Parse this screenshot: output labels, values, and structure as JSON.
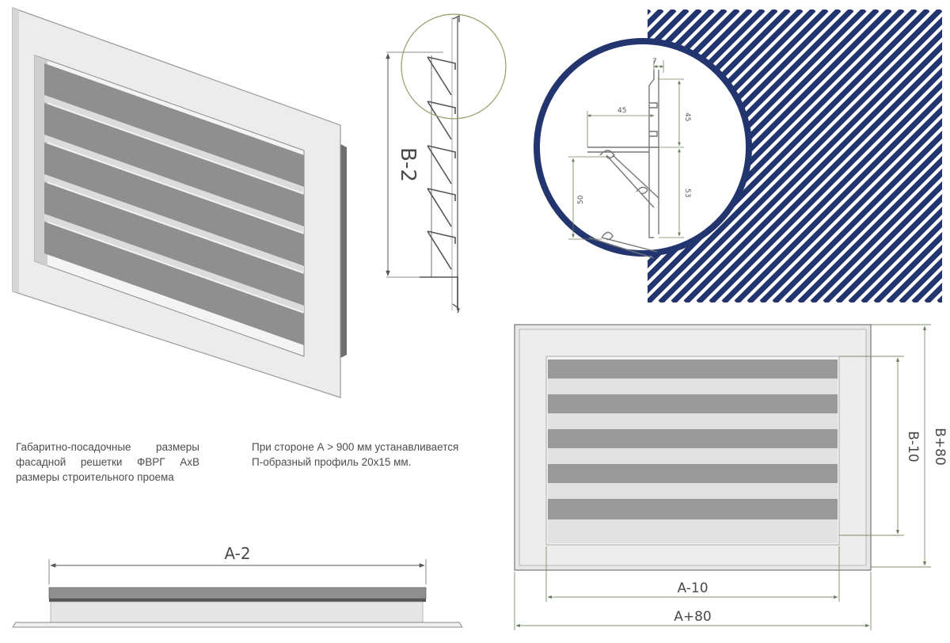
{
  "notes": {
    "left_text": "Габаритно-посадочные размеры фасадной решетки ФВРГ АхВ размеры строительного проема",
    "right_text": "При стороне А > 900 мм устанавливается П-образный профиль 20х15 мм."
  },
  "dimensions": {
    "side_height": "B-2",
    "front_inner_width": "A-10",
    "front_outer_width": "A+80",
    "front_inner_height": "B-10",
    "front_outer_height": "B+80",
    "bottom_width": "A-2"
  },
  "detail": {
    "d7": "7",
    "d45_horizontal": "45",
    "d45_vertical": "45",
    "d50": "50",
    "d53": "53"
  },
  "colors": {
    "hatch_blue": "#22356f",
    "slat_dark": "#9b9b9b",
    "frame_light": "#ebebeb",
    "dim_line": "#7c8c6e"
  }
}
